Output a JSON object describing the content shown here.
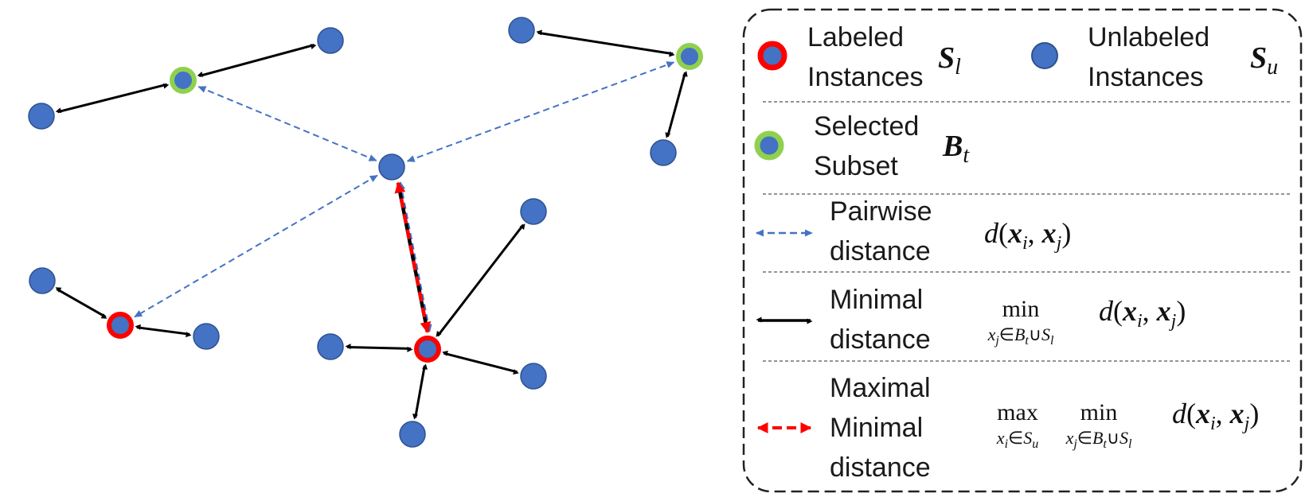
{
  "colors": {
    "node_fill": "#4472c4",
    "node_stroke": "#2f528f",
    "labeled_ring": "#ff0000",
    "selected_ring": "#8fd14f",
    "pairwise_edge": "#4472c4",
    "minimal_edge": "#000000",
    "maximal_edge": "#ff0000"
  },
  "graph": {
    "nodes": [
      {
        "id": "a",
        "kind": "unlabeled"
      },
      {
        "id": "b",
        "kind": "selected"
      },
      {
        "id": "c",
        "kind": "unlabeled"
      },
      {
        "id": "d",
        "kind": "unlabeled"
      },
      {
        "id": "e",
        "kind": "selected"
      },
      {
        "id": "f",
        "kind": "unlabeled"
      },
      {
        "id": "center",
        "kind": "unlabeled"
      },
      {
        "id": "g",
        "kind": "unlabeled"
      },
      {
        "id": "h",
        "kind": "labeled"
      },
      {
        "id": "i",
        "kind": "unlabeled"
      },
      {
        "id": "j",
        "kind": "unlabeled"
      },
      {
        "id": "k",
        "kind": "unlabeled"
      },
      {
        "id": "l",
        "kind": "labeled"
      },
      {
        "id": "m",
        "kind": "unlabeled"
      },
      {
        "id": "n",
        "kind": "unlabeled"
      }
    ],
    "edges": [
      {
        "from": "b",
        "to": "a",
        "kind": "minimal"
      },
      {
        "from": "b",
        "to": "c",
        "kind": "minimal"
      },
      {
        "from": "e",
        "to": "d",
        "kind": "minimal"
      },
      {
        "from": "e",
        "to": "f",
        "kind": "minimal"
      },
      {
        "from": "h",
        "to": "g",
        "kind": "minimal"
      },
      {
        "from": "h",
        "to": "i",
        "kind": "minimal"
      },
      {
        "from": "l",
        "to": "j",
        "kind": "minimal"
      },
      {
        "from": "l",
        "to": "k",
        "kind": "minimal"
      },
      {
        "from": "l",
        "to": "m",
        "kind": "minimal"
      },
      {
        "from": "l",
        "to": "n",
        "kind": "minimal"
      },
      {
        "from": "center",
        "to": "b",
        "kind": "pairwise"
      },
      {
        "from": "center",
        "to": "e",
        "kind": "pairwise"
      },
      {
        "from": "center",
        "to": "h",
        "kind": "pairwise"
      },
      {
        "from": "center",
        "to": "l",
        "kind": "pairwise"
      },
      {
        "from": "center",
        "to": "l",
        "kind": "maximal"
      }
    ]
  },
  "legend": {
    "labeled": {
      "line1": "Labeled",
      "line2": "Instances",
      "sym": "S",
      "sub": "l"
    },
    "unlabeled": {
      "line1": "Unlabeled",
      "line2": "Instances",
      "sym": "S",
      "sub": "u"
    },
    "selected": {
      "line1": "Selected",
      "line2": "Subset",
      "sym": "B",
      "sub": "t"
    },
    "pairwise": {
      "line1": "Pairwise",
      "line2": "distance",
      "formula": "d(x_i, x_j)"
    },
    "minimal": {
      "line1": "Minimal",
      "line2": "distance",
      "formula": "min_{x_j∈B_t∪S_l} d(x_i, x_j)"
    },
    "maximal": {
      "line1": "Maximal",
      "line2": "Minimal",
      "line3": "distance",
      "formula": "max_{x_i∈S_u} min_{x_j∈B_t∪S_l} d(x_i, x_j)"
    }
  }
}
